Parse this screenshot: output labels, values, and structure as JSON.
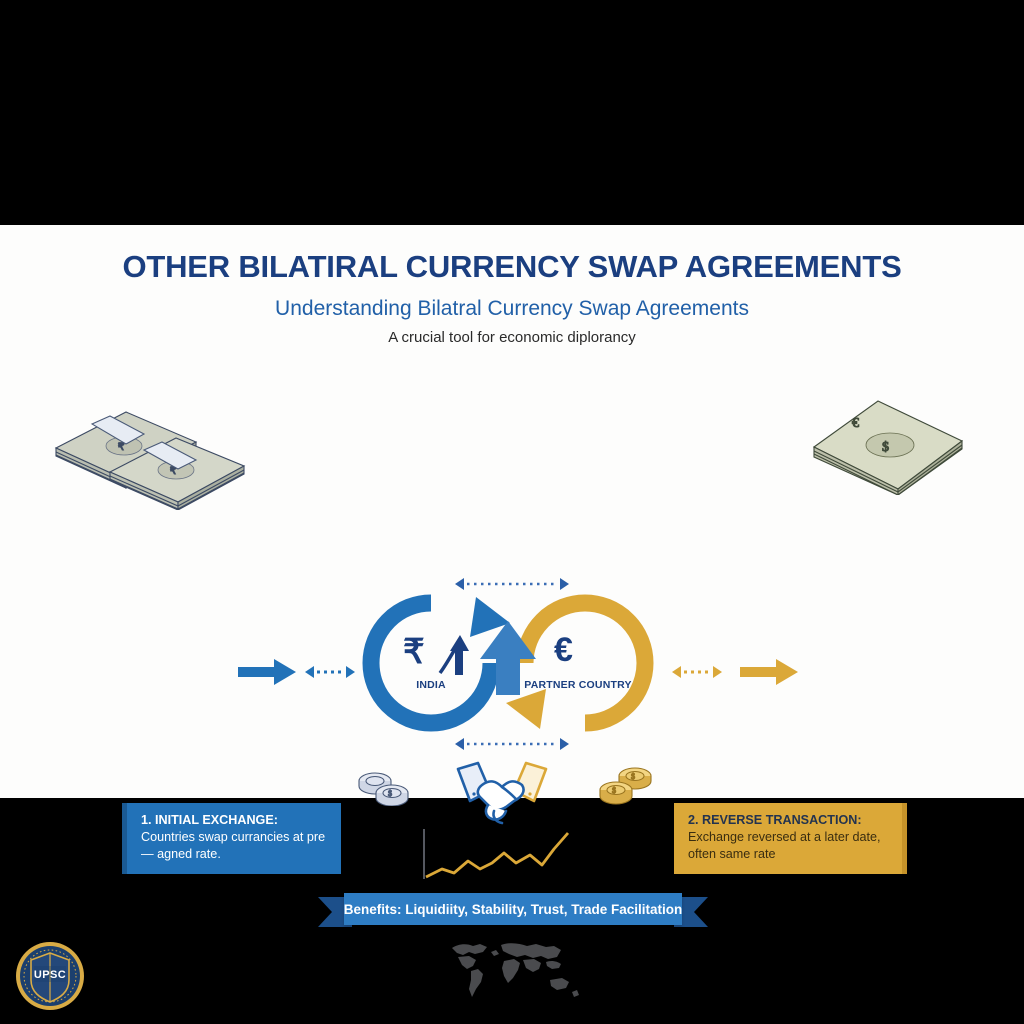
{
  "header": {
    "title": "OTHER BILATIRAL CURRENCY SWAP AGREEMENTS",
    "subtitle": "Understanding Bilatral Currency Swap Agreements",
    "tagline": "A crucial tool for economic diplorancy"
  },
  "emblem": {
    "left": {
      "currency_symbol": "₹",
      "label": "INDIA",
      "icon": "rupee-growth-arrow-icon",
      "color": "#2272b8"
    },
    "right": {
      "currency_symbol": "€",
      "label": "PARTNER COUNTRY",
      "icon": "euro-icon",
      "color": "#dba838"
    },
    "center_icon": "up-arrow-icon"
  },
  "flow": {
    "money_left_icon": "rupee-banknote-stacks-icon",
    "money_right_icon": "dollar-euro-banknote-stack-icon",
    "arrow_left_solid": "arrow-right-icon",
    "arrow_left_dotted": "double-headed-dotted-arrow-icon",
    "arrow_right_dotted": "double-headed-dotted-arrow-icon",
    "arrow_right_solid": "arrow-right-icon",
    "arrow_top_dotted": "double-headed-dotted-arrow-icon",
    "arrow_bottom_dotted": "double-headed-dotted-arrow-icon"
  },
  "steps": [
    {
      "number": "1.",
      "heading": "INITIAL EXCHANGE:",
      "body": "Countries swap currancies at pre— agned rate.",
      "bg_color": "#2272b8",
      "text_color": "#ffffff"
    },
    {
      "number": "2.",
      "heading": "REVERSE TRANSACTION:",
      "body": "Exchange reversed at a later date, often same rate",
      "bg_color": "#dba838",
      "text_color": "#23334f"
    }
  ],
  "middle_icons": {
    "coins_left": "silver-coins-icon",
    "coins_right": "gold-coins-icon",
    "handshake": "handshake-icon",
    "trend_chart": "rising-line-chart-icon"
  },
  "ribbon": {
    "text": "Benefits: Liquidiity, Stability, Trust, Trade Facilitation",
    "color": "#2e7dc4",
    "tail_color": "#1c4f8a"
  },
  "footer": {
    "world_map_icon": "world-map-icon",
    "badge_label": "UPSC",
    "badge_icon": "upsc-shield-seal-icon"
  },
  "theme": {
    "brand_blue": "#1b3f80",
    "accent_blue": "#2272b8",
    "accent_gold": "#dba838",
    "panel_bg": "#fdfdfc",
    "frame": "#000000"
  }
}
